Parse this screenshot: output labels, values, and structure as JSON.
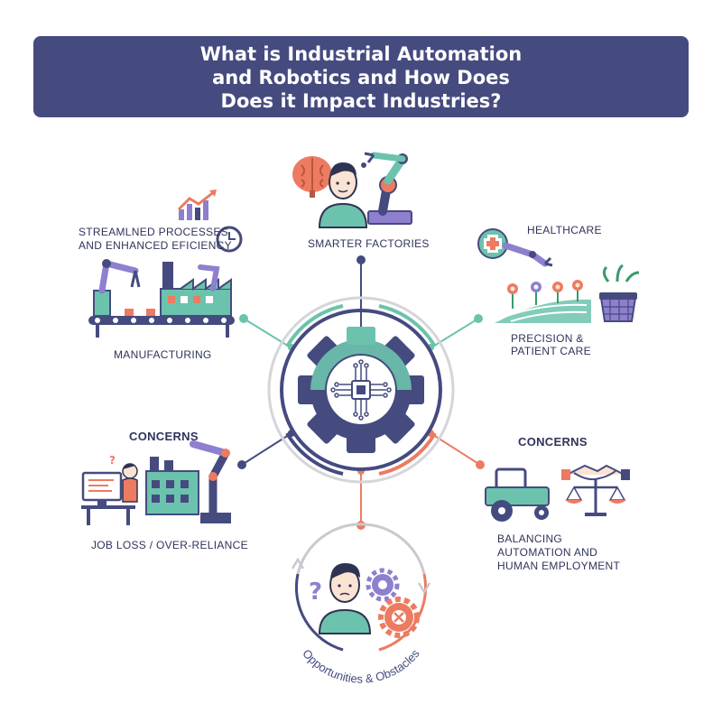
{
  "title": {
    "line1": "What is Industrial Automation",
    "line2": "and Robotics and How Does",
    "line3": "Does it Impact Industries?"
  },
  "nodes": {
    "smarter_factories": {
      "label": "SMARTER FACTORIES"
    },
    "streamlined": {
      "line1": "STREAMLNED PROCESSES",
      "line2": "AND ENHANCED EFICIENCY"
    },
    "manufacturing": {
      "label": "MANUFACTURING"
    },
    "healthcare": {
      "label": "HEALTHCARE"
    },
    "precision": {
      "line1": "PRECISION &",
      "line2": "PATIENT CARE"
    },
    "concerns_left": {
      "heading": "CONCERNS",
      "label": "JOB LOSS / OVER-RELIANCE"
    },
    "concerns_right": {
      "heading": "CONCERNS",
      "line1": "BALANCING",
      "line2": "AUTOMATION AND",
      "line3": "HUMAN EMPLOYMENT"
    },
    "bottom": {
      "caption": "Opportunities & Obstacles"
    }
  },
  "colors": {
    "navy": "#454b7f",
    "teal": "#6cc3ad",
    "coral": "#ec7b62",
    "purple": "#8e7fcf",
    "gray": "#c9c9cf"
  },
  "icons": [
    "gear-icon",
    "chip-icon",
    "brain-icon",
    "robot-arm-icon",
    "person-icon",
    "chart-icon",
    "clock-icon",
    "conveyor-icon",
    "factory-icon",
    "medical-cross-icon",
    "flower-icon",
    "basket-icon",
    "tractor-icon",
    "handshake-icon",
    "scales-icon",
    "computer-desk-icon",
    "question-icon",
    "cancel-gear-icon"
  ]
}
